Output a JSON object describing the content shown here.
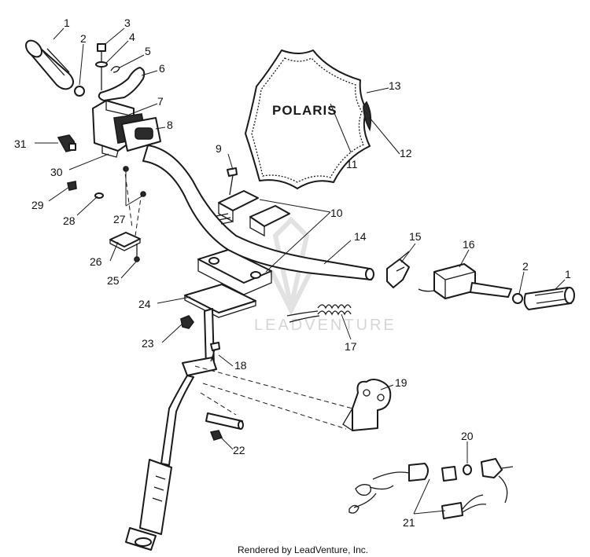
{
  "diagram": {
    "callouts": {
      "c1a": "1",
      "c2a": "2",
      "c3": "3",
      "c4": "4",
      "c5": "5",
      "c6": "6",
      "c7": "7",
      "c8": "8",
      "c9": "9",
      "c10": "10",
      "c11": "11",
      "c12": "12",
      "c13": "13",
      "c14": "14",
      "c15": "15",
      "c16": "16",
      "c2b": "2",
      "c1b": "1",
      "c17": "17",
      "c18": "18",
      "c19": "19",
      "c20": "20",
      "c21": "21",
      "c22": "22",
      "c23": "23",
      "c24": "24",
      "c25": "25",
      "c26": "26",
      "c27": "27",
      "c28": "28",
      "c29": "29",
      "c30": "30",
      "c31": "31"
    },
    "cover_logo": "POLARIS",
    "watermark": "LEADVENTURE",
    "footer": "Rendered by LeadVenture, Inc."
  }
}
